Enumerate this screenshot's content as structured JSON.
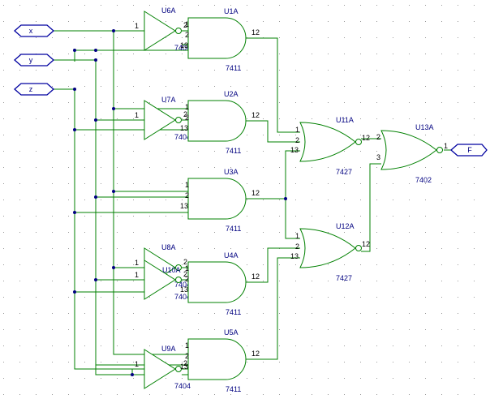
{
  "colors": {
    "wire": "#008000",
    "label": "#000080",
    "port": "#0000a0",
    "pin_number": "#000000",
    "grid": "#9a9a9a",
    "background": "#ffffff"
  },
  "ports": {
    "x": "x",
    "y": "y",
    "z": "z",
    "f": "F"
  },
  "inverters": [
    {
      "ref": "U6A",
      "part": "7404",
      "in_pin": "1",
      "out_pin": "2"
    },
    {
      "ref": "U7A",
      "part": "7404",
      "in_pin": "1",
      "out_pin": "2"
    },
    {
      "ref": "U8A",
      "part": "7404",
      "in_pin": "1",
      "out_pin": "2"
    },
    {
      "ref": "U10A",
      "part": "7404",
      "in_pin": "1",
      "out_pin": "2"
    },
    {
      "ref": "U9A",
      "part": "7404",
      "in_pin": "1",
      "out_pin": "2"
    }
  ],
  "and_gates": [
    {
      "ref": "U1A",
      "part": "7411",
      "pins": [
        "1",
        "2",
        "13"
      ],
      "out_pin": "12"
    },
    {
      "ref": "U2A",
      "part": "7411",
      "pins": [
        "1",
        "2",
        "13"
      ],
      "out_pin": "12"
    },
    {
      "ref": "U3A",
      "part": "7411",
      "pins": [
        "1",
        "2",
        "13"
      ],
      "out_pin": "12"
    },
    {
      "ref": "U4A",
      "part": "7411",
      "pins": [
        "1",
        "2",
        "13"
      ],
      "out_pin": "12"
    },
    {
      "ref": "U5A",
      "part": "7411",
      "pins": [
        "1",
        "2",
        "13"
      ],
      "out_pin": "12"
    }
  ],
  "nor3_gates": [
    {
      "ref": "U11A",
      "part": "7427",
      "pins": [
        "1",
        "2",
        "13"
      ],
      "out_pin": "12"
    },
    {
      "ref": "U12A",
      "part": "7427",
      "pins": [
        "1",
        "2",
        "13"
      ],
      "out_pin": "12"
    }
  ],
  "nor2_gate": {
    "ref": "U13A",
    "part": "7402",
    "pins": [
      "2",
      "3"
    ],
    "out_pin": "1"
  }
}
